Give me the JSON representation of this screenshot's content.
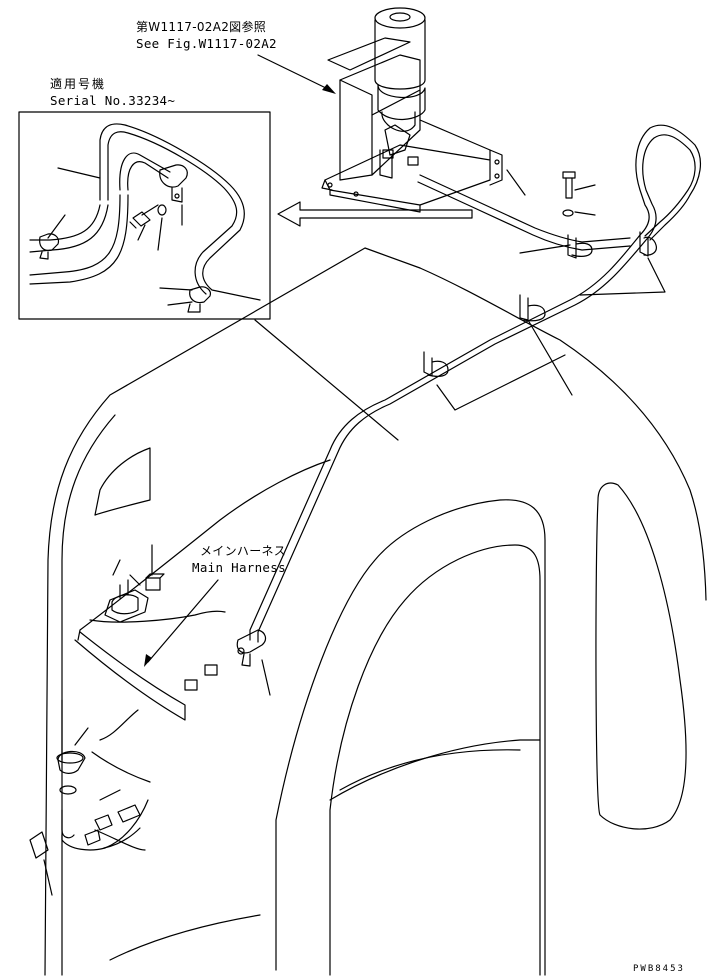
{
  "ref": {
    "jp": "第W1117-02A2図参照",
    "en": "See Fig.W1117-02A2"
  },
  "serial": {
    "jp": "適用号機",
    "en": "Serial No.33234~"
  },
  "harness": {
    "jp": "メインハーネス",
    "en": "Main Harness"
  },
  "drawing_code": "PWB8453"
}
